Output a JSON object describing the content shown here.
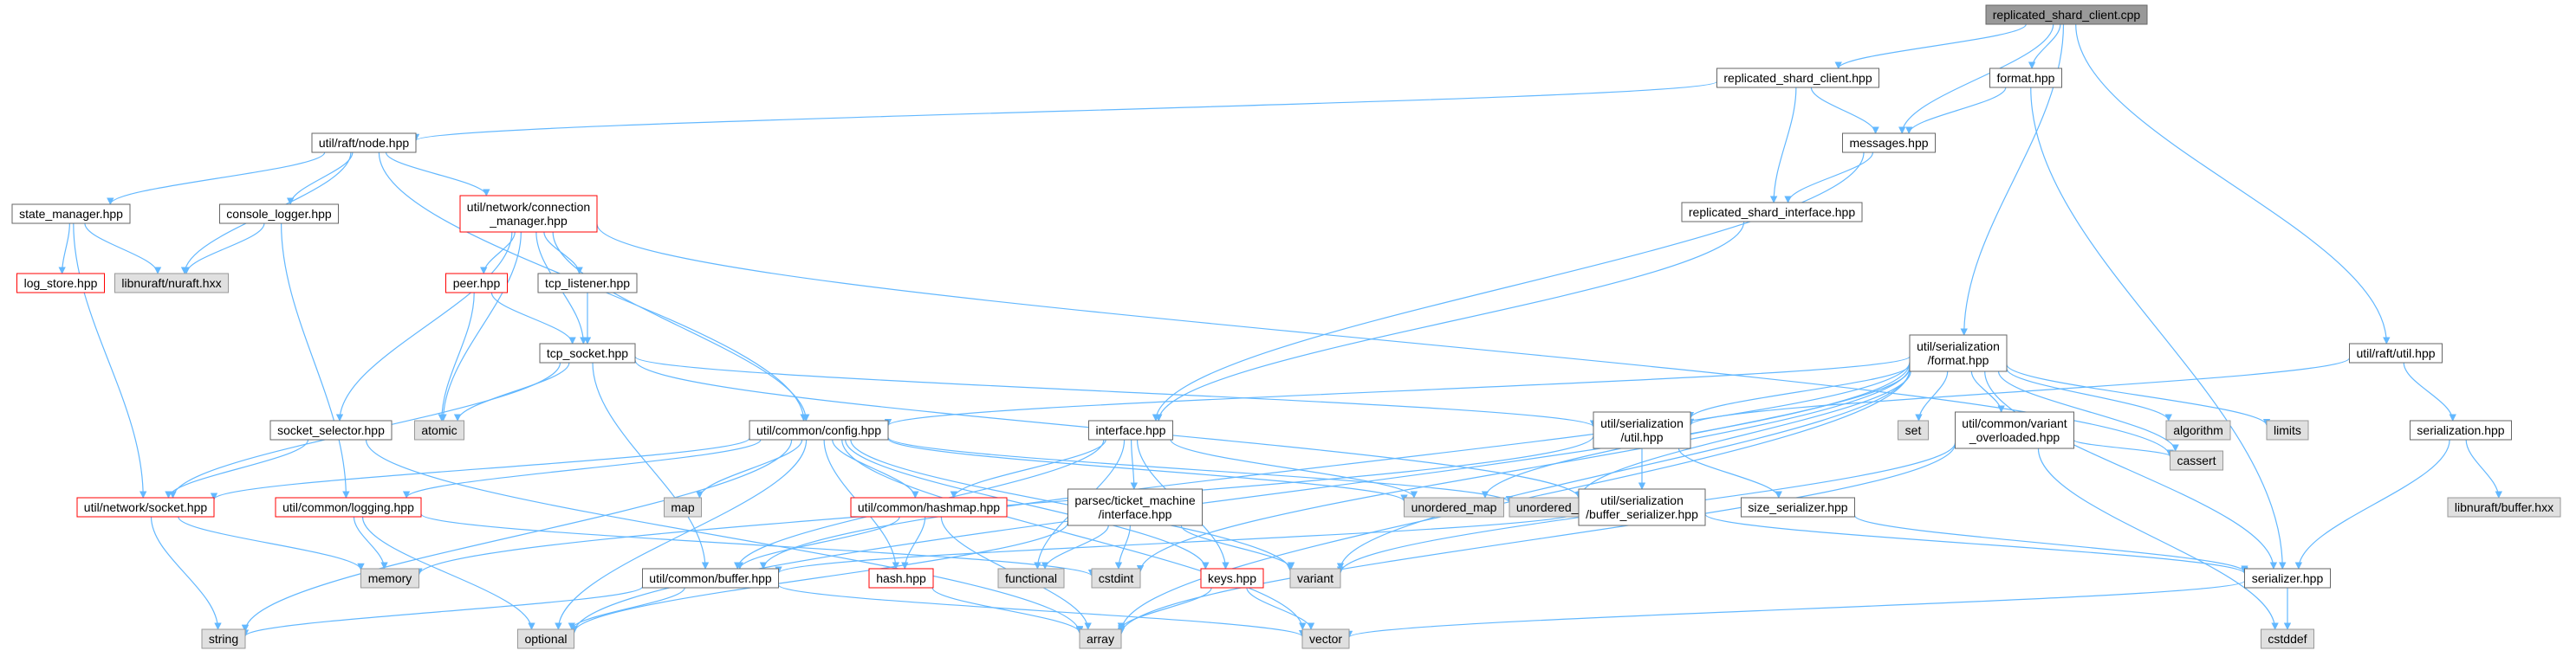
{
  "colors": {
    "edge": "#63b8ff",
    "normal_fill": "#ffffff",
    "normal_stroke": "#666666",
    "root_fill": "#999999",
    "missing_fill": "#e0e0e0",
    "missing_stroke": "#999999",
    "undocumented_stroke": "#ff0000",
    "text": "#000000"
  },
  "nodes": [
    {
      "id": "root",
      "label": [
        "replicated_shard_client.cpp"
      ],
      "kind": "root"
    },
    {
      "id": "rsc_hpp",
      "label": [
        "replicated_shard_client.hpp"
      ],
      "kind": "normal"
    },
    {
      "id": "format_hpp",
      "label": [
        "format.hpp"
      ],
      "kind": "normal"
    },
    {
      "id": "messages_hpp",
      "label": [
        "messages.hpp"
      ],
      "kind": "normal"
    },
    {
      "id": "rsi_hpp",
      "label": [
        "replicated_shard_interface.hpp"
      ],
      "kind": "normal"
    },
    {
      "id": "node_hpp",
      "label": [
        "util/raft/node.hpp"
      ],
      "kind": "normal"
    },
    {
      "id": "state_mgr",
      "label": [
        "state_manager.hpp"
      ],
      "kind": "normal"
    },
    {
      "id": "console_logger",
      "label": [
        "console_logger.hpp"
      ],
      "kind": "normal"
    },
    {
      "id": "conn_mgr",
      "label": [
        "util/network/connection",
        "_manager.hpp"
      ],
      "kind": "undocumented"
    },
    {
      "id": "log_store",
      "label": [
        "log_store.hpp"
      ],
      "kind": "undocumented"
    },
    {
      "id": "nuraft",
      "label": [
        "libnuraft/nuraft.hxx"
      ],
      "kind": "missing"
    },
    {
      "id": "peer",
      "label": [
        "peer.hpp"
      ],
      "kind": "undocumented"
    },
    {
      "id": "tcp_listener",
      "label": [
        "tcp_listener.hpp"
      ],
      "kind": "normal"
    },
    {
      "id": "tcp_socket",
      "label": [
        "tcp_socket.hpp"
      ],
      "kind": "normal"
    },
    {
      "id": "atomic",
      "label": [
        "atomic"
      ],
      "kind": "missing"
    },
    {
      "id": "socket_selector",
      "label": [
        "socket_selector.hpp"
      ],
      "kind": "normal"
    },
    {
      "id": "net_socket",
      "label": [
        "util/network/socket.hpp"
      ],
      "kind": "undocumented"
    },
    {
      "id": "string",
      "label": [
        "string"
      ],
      "kind": "missing"
    },
    {
      "id": "config",
      "label": [
        "util/common/config.hpp"
      ],
      "kind": "normal"
    },
    {
      "id": "logging",
      "label": [
        "util/common/logging.hpp"
      ],
      "kind": "undocumented"
    },
    {
      "id": "memory",
      "label": [
        "memory"
      ],
      "kind": "missing"
    },
    {
      "id": "map",
      "label": [
        "map"
      ],
      "kind": "missing"
    },
    {
      "id": "hashmap",
      "label": [
        "util/common/hashmap.hpp"
      ],
      "kind": "undocumented"
    },
    {
      "id": "hash_hpp",
      "label": [
        "hash.hpp"
      ],
      "kind": "undocumented"
    },
    {
      "id": "buffer_hpp",
      "label": [
        "util/common/buffer.hpp"
      ],
      "kind": "normal"
    },
    {
      "id": "optional",
      "label": [
        "optional"
      ],
      "kind": "missing"
    },
    {
      "id": "array",
      "label": [
        "array"
      ],
      "kind": "missing"
    },
    {
      "id": "interface_hpp",
      "label": [
        "interface.hpp"
      ],
      "kind": "normal"
    },
    {
      "id": "parsec_iface",
      "label": [
        "parsec/ticket_machine",
        "/interface.hpp"
      ],
      "kind": "normal"
    },
    {
      "id": "functional",
      "label": [
        "functional"
      ],
      "kind": "missing"
    },
    {
      "id": "cstdint",
      "label": [
        "cstdint"
      ],
      "kind": "missing"
    },
    {
      "id": "keys_hpp",
      "label": [
        "keys.hpp"
      ],
      "kind": "undocumented"
    },
    {
      "id": "vector",
      "label": [
        "vector"
      ],
      "kind": "missing"
    },
    {
      "id": "variant",
      "label": [
        "variant"
      ],
      "kind": "missing"
    },
    {
      "id": "unordered_map",
      "label": [
        "unordered_map"
      ],
      "kind": "missing"
    },
    {
      "id": "unordered_set",
      "label": [
        "unordered_set"
      ],
      "kind": "missing"
    },
    {
      "id": "ser_format",
      "label": [
        "util/serialization",
        "/format.hpp"
      ],
      "kind": "normal"
    },
    {
      "id": "ser_util",
      "label": [
        "util/serialization",
        "/util.hpp"
      ],
      "kind": "normal"
    },
    {
      "id": "ser_buffer",
      "label": [
        "util/serialization",
        "/buffer_serializer.hpp"
      ],
      "kind": "normal"
    },
    {
      "id": "set",
      "label": [
        "set"
      ],
      "kind": "missing"
    },
    {
      "id": "variant_ov",
      "label": [
        "util/common/variant",
        "_overloaded.hpp"
      ],
      "kind": "normal"
    },
    {
      "id": "size_ser",
      "label": [
        "size_serializer.hpp"
      ],
      "kind": "normal"
    },
    {
      "id": "serializer",
      "label": [
        "serializer.hpp"
      ],
      "kind": "normal"
    },
    {
      "id": "cstddef",
      "label": [
        "cstddef"
      ],
      "kind": "missing"
    },
    {
      "id": "cassert",
      "label": [
        "cassert"
      ],
      "kind": "missing"
    },
    {
      "id": "algorithm",
      "label": [
        "algorithm"
      ],
      "kind": "missing"
    },
    {
      "id": "limits",
      "label": [
        "limits"
      ],
      "kind": "missing"
    },
    {
      "id": "raft_util",
      "label": [
        "util/raft/util.hpp"
      ],
      "kind": "normal"
    },
    {
      "id": "serialization_hpp",
      "label": [
        "serialization.hpp"
      ],
      "kind": "normal"
    },
    {
      "id": "lib_buffer",
      "label": [
        "libnuraft/buffer.hxx"
      ],
      "kind": "missing"
    }
  ],
  "edges": [
    [
      "root",
      "rsc_hpp"
    ],
    [
      "root",
      "format_hpp"
    ],
    [
      "root",
      "messages_hpp"
    ],
    [
      "root",
      "raft_util"
    ],
    [
      "root",
      "ser_format"
    ],
    [
      "rsc_hpp",
      "messages_hpp"
    ],
    [
      "rsc_hpp",
      "node_hpp"
    ],
    [
      "rsc_hpp",
      "rsi_hpp"
    ],
    [
      "format_hpp",
      "messages_hpp"
    ],
    [
      "format_hpp",
      "serializer"
    ],
    [
      "messages_hpp",
      "rsi_hpp"
    ],
    [
      "messages_hpp",
      "interface_hpp"
    ],
    [
      "rsi_hpp",
      "interface_hpp"
    ],
    [
      "node_hpp",
      "state_mgr"
    ],
    [
      "node_hpp",
      "console_logger"
    ],
    [
      "node_hpp",
      "conn_mgr"
    ],
    [
      "node_hpp",
      "nuraft"
    ],
    [
      "node_hpp",
      "config"
    ],
    [
      "state_mgr",
      "log_store"
    ],
    [
      "state_mgr",
      "nuraft"
    ],
    [
      "state_mgr",
      "net_socket"
    ],
    [
      "console_logger",
      "nuraft"
    ],
    [
      "console_logger",
      "logging"
    ],
    [
      "conn_mgr",
      "peer"
    ],
    [
      "conn_mgr",
      "tcp_listener"
    ],
    [
      "conn_mgr",
      "tcp_socket"
    ],
    [
      "conn_mgr",
      "atomic"
    ],
    [
      "conn_mgr",
      "socket_selector"
    ],
    [
      "conn_mgr",
      "config"
    ],
    [
      "conn_mgr",
      "cassert"
    ],
    [
      "peer",
      "tcp_socket"
    ],
    [
      "peer",
      "atomic"
    ],
    [
      "tcp_listener",
      "tcp_socket"
    ],
    [
      "tcp_socket",
      "atomic"
    ],
    [
      "tcp_socket",
      "net_socket"
    ],
    [
      "tcp_socket",
      "buffer_hpp"
    ],
    [
      "tcp_socket",
      "ser_util"
    ],
    [
      "tcp_socket",
      "ser_buffer"
    ],
    [
      "socket_selector",
      "net_socket"
    ],
    [
      "socket_selector",
      "array"
    ],
    [
      "net_socket",
      "string"
    ],
    [
      "net_socket",
      "memory"
    ],
    [
      "config",
      "net_socket"
    ],
    [
      "config",
      "logging"
    ],
    [
      "config",
      "string"
    ],
    [
      "config",
      "map"
    ],
    [
      "config",
      "hashmap"
    ],
    [
      "config",
      "hash_hpp"
    ],
    [
      "config",
      "optional"
    ],
    [
      "config",
      "keys_hpp"
    ],
    [
      "config",
      "variant"
    ],
    [
      "config",
      "vector"
    ],
    [
      "config",
      "unordered_map"
    ],
    [
      "config",
      "unordered_set"
    ],
    [
      "logging",
      "memory"
    ],
    [
      "logging",
      "optional"
    ],
    [
      "logging",
      "cstdint"
    ],
    [
      "hashmap",
      "hash_hpp"
    ],
    [
      "hashmap",
      "buffer_hpp"
    ],
    [
      "hashmap",
      "array"
    ],
    [
      "hash_hpp",
      "array"
    ],
    [
      "buffer_hpp",
      "string"
    ],
    [
      "buffer_hpp",
      "optional"
    ],
    [
      "buffer_hpp",
      "vector"
    ],
    [
      "interface_hpp",
      "parsec_iface"
    ],
    [
      "interface_hpp",
      "hashmap"
    ],
    [
      "interface_hpp",
      "buffer_hpp"
    ],
    [
      "interface_hpp",
      "keys_hpp"
    ],
    [
      "interface_hpp",
      "functional"
    ],
    [
      "interface_hpp",
      "unordered_map"
    ],
    [
      "parsec_iface",
      "functional"
    ],
    [
      "parsec_iface",
      "cstdint"
    ],
    [
      "parsec_iface",
      "variant"
    ],
    [
      "parsec_iface",
      "optional"
    ],
    [
      "keys_hpp",
      "array"
    ],
    [
      "keys_hpp",
      "vector"
    ],
    [
      "ser_format",
      "config"
    ],
    [
      "ser_format",
      "ser_util"
    ],
    [
      "ser_format",
      "variant_ov"
    ],
    [
      "ser_format",
      "set"
    ],
    [
      "ser_format",
      "algorithm"
    ],
    [
      "ser_format",
      "limits"
    ],
    [
      "ser_format",
      "cassert"
    ],
    [
      "ser_format",
      "serializer"
    ],
    [
      "ser_format",
      "unordered_map"
    ],
    [
      "ser_format",
      "unordered_set"
    ],
    [
      "ser_format",
      "buffer_hpp"
    ],
    [
      "ser_format",
      "optional"
    ],
    [
      "ser_format",
      "variant"
    ],
    [
      "ser_format",
      "cstdint"
    ],
    [
      "ser_format",
      "array"
    ],
    [
      "ser_util",
      "ser_buffer"
    ],
    [
      "ser_util",
      "size_ser"
    ],
    [
      "ser_util",
      "memory"
    ],
    [
      "ser_buffer",
      "buffer_hpp"
    ],
    [
      "ser_buffer",
      "serializer"
    ],
    [
      "variant_ov",
      "cassert"
    ],
    [
      "variant_ov",
      "cstddef"
    ],
    [
      "variant_ov",
      "variant"
    ],
    [
      "variant_ov",
      "array"
    ],
    [
      "size_ser",
      "serializer"
    ],
    [
      "serializer",
      "cstddef"
    ],
    [
      "serializer",
      "vector"
    ],
    [
      "raft_util",
      "ser_util"
    ],
    [
      "raft_util",
      "serialization_hpp"
    ],
    [
      "serialization_hpp",
      "lib_buffer"
    ],
    [
      "serialization_hpp",
      "serializer"
    ]
  ]
}
